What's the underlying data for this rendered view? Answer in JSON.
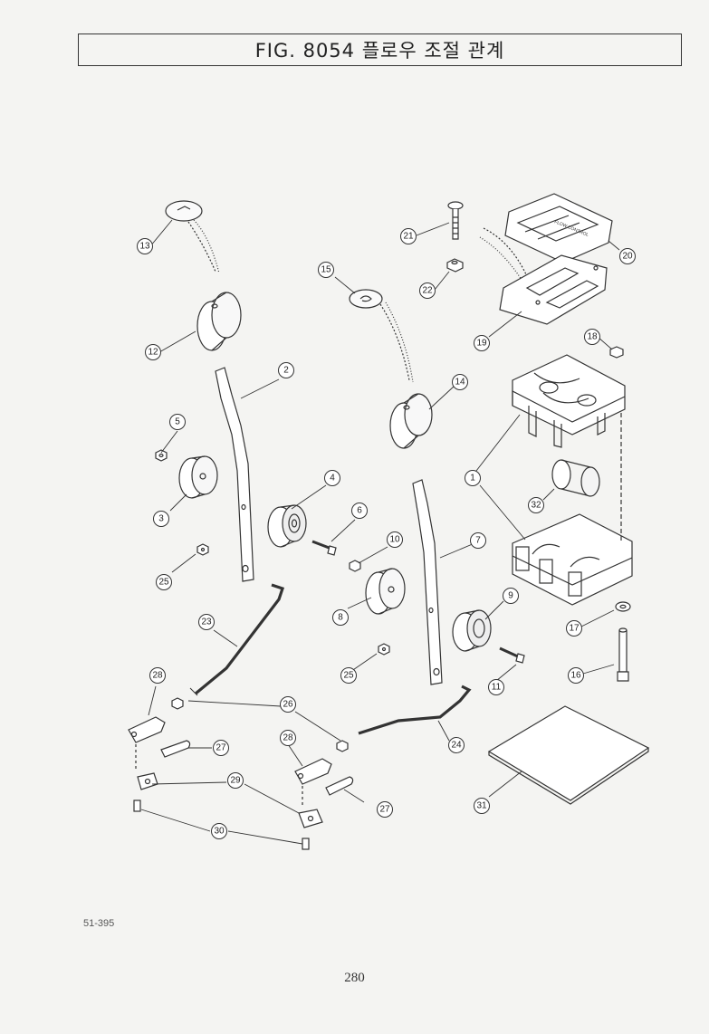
{
  "header": {
    "title": "FIG. 8054 플로우 조절 관계"
  },
  "parts": [
    {
      "id": "13",
      "label": "13"
    },
    {
      "id": "12",
      "label": "12"
    },
    {
      "id": "2",
      "label": "2"
    },
    {
      "id": "5",
      "label": "5"
    },
    {
      "id": "3",
      "label": "3"
    },
    {
      "id": "4",
      "label": "4"
    },
    {
      "id": "25a",
      "label": "25"
    },
    {
      "id": "6",
      "label": "6"
    },
    {
      "id": "10",
      "label": "10"
    },
    {
      "id": "23",
      "label": "23"
    },
    {
      "id": "8",
      "label": "8"
    },
    {
      "id": "28a",
      "label": "28"
    },
    {
      "id": "26",
      "label": "26"
    },
    {
      "id": "27a",
      "label": "27"
    },
    {
      "id": "28b",
      "label": "28"
    },
    {
      "id": "29",
      "label": "29"
    },
    {
      "id": "27b",
      "label": "27"
    },
    {
      "id": "30",
      "label": "30"
    },
    {
      "id": "15",
      "label": "15"
    },
    {
      "id": "14",
      "label": "14"
    },
    {
      "id": "21",
      "label": "21"
    },
    {
      "id": "22",
      "label": "22"
    },
    {
      "id": "20",
      "label": "20"
    },
    {
      "id": "19",
      "label": "19"
    },
    {
      "id": "18",
      "label": "18"
    },
    {
      "id": "1",
      "label": "1"
    },
    {
      "id": "32",
      "label": "32"
    },
    {
      "id": "7",
      "label": "7"
    },
    {
      "id": "9",
      "label": "9"
    },
    {
      "id": "25b",
      "label": "25"
    },
    {
      "id": "11",
      "label": "11"
    },
    {
      "id": "24",
      "label": "24"
    },
    {
      "id": "17",
      "label": "17"
    },
    {
      "id": "16",
      "label": "16"
    },
    {
      "id": "31",
      "label": "31"
    }
  ],
  "plate_text": "FLOW CONTROL",
  "footer": {
    "code": "51-395",
    "page": "280"
  }
}
